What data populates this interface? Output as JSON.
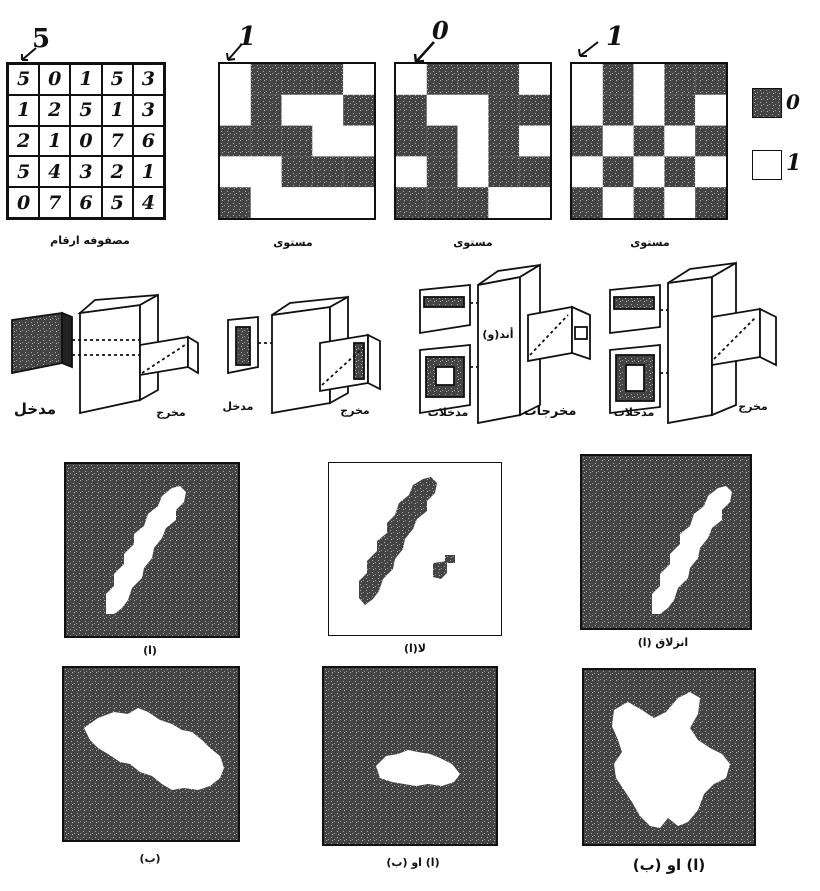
{
  "matrix": {
    "marker": "5",
    "cells": [
      [
        "5",
        "0",
        "1",
        "5",
        "3"
      ],
      [
        "1",
        "2",
        "5",
        "1",
        "3"
      ],
      [
        "2",
        "1",
        "0",
        "7",
        "6"
      ],
      [
        "5",
        "4",
        "3",
        "2",
        "1"
      ],
      [
        "0",
        "7",
        "6",
        "5",
        "4"
      ]
    ],
    "caption": "مصفوفه ارقام"
  },
  "planes": [
    {
      "marker": "1",
      "caption": "مستوی",
      "pattern": [
        "10001",
        "10110",
        "00011",
        "11000",
        "01111"
      ]
    },
    {
      "marker": "0",
      "caption": "مستوی",
      "pattern": [
        "10001",
        "01100",
        "00101",
        "10100",
        "00011"
      ]
    },
    {
      "marker": "1",
      "caption": "مستوی",
      "pattern": [
        "10100",
        "10101",
        "01010",
        "10101",
        "01010"
      ]
    }
  ],
  "legend": [
    {
      "label": "0"
    },
    {
      "label": "1"
    }
  ],
  "operators": [
    {
      "input_label": "مدخل",
      "output_label": "مخرج"
    },
    {
      "input_label": "مدخل",
      "output_label": "مخرج"
    },
    {
      "input_label": "مدخلات",
      "output_label": "مخرجات",
      "op_label": "أند(و)"
    },
    {
      "input_label": "مدخلات",
      "output_label": "مخرج"
    }
  ],
  "results": [
    {
      "caption": "(ا)"
    },
    {
      "caption": "لا(ا)"
    },
    {
      "caption": "انزلاق (ا)"
    },
    {
      "caption": "(ب)"
    },
    {
      "caption": "(ا) او (ب)"
    },
    {
      "caption": "(ا) او (ب)"
    }
  ]
}
